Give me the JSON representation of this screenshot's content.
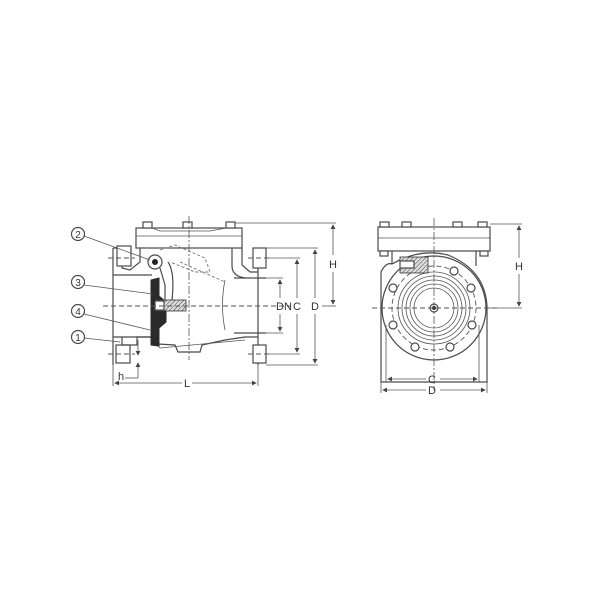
{
  "drawing": {
    "subject": "Swing check valve — section and end view",
    "line_color": "#4a4a4a",
    "background": "#ffffff"
  },
  "side_view": {
    "callouts": [
      {
        "id": "1",
        "label": "1"
      },
      {
        "id": "2",
        "label": "2"
      },
      {
        "id": "3",
        "label": "3"
      },
      {
        "id": "4",
        "label": "4"
      }
    ],
    "dimensions": {
      "nominal_diameter": "DN",
      "bolt_circle": "C",
      "flange_diameter": "D",
      "height": "H",
      "length": "L",
      "flange_thickness": "h"
    }
  },
  "end_view": {
    "dimensions": {
      "height": "H",
      "bolt_circle": "C",
      "flange_diameter": "D"
    }
  }
}
